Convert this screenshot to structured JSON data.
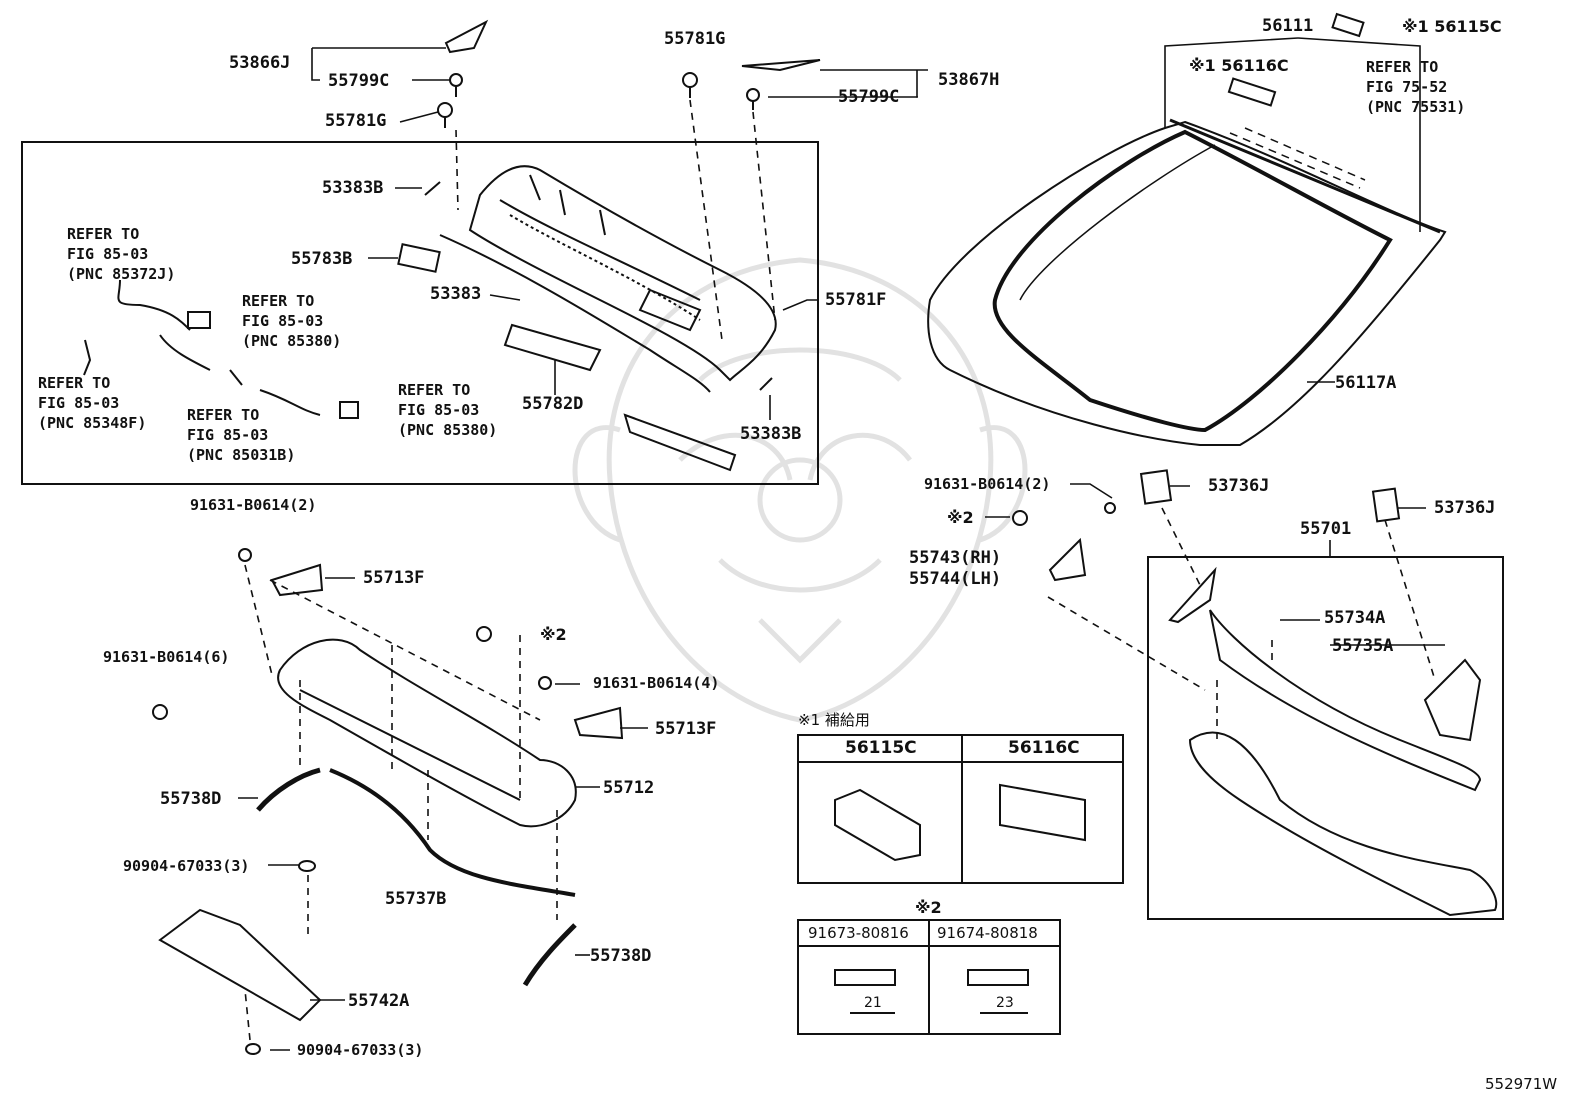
{
  "diagram_code": "552971W",
  "callouts": {
    "p53866J": "53866J",
    "p55799C_left": "55799C",
    "p55781G_left": "55781G",
    "p55781G_top": "55781G",
    "p55799C_right": "55799C",
    "p53867H": "53867H",
    "p53383B_top": "53383B",
    "p55783B": "55783B",
    "p53383": "53383",
    "p55781F": "55781F",
    "p55782D": "55782D",
    "p53383B_bottom": "53383B",
    "p56111": "56111",
    "p56115C_top": "※1 56115C",
    "p56116C_top": "※1 56116C",
    "p56117A": "56117A",
    "p91631_2_top": "91631-B0614(2)",
    "p55713F_top": "55713F",
    "p91631_6": "91631-B0614(6)",
    "p_mark2_bolt": "※2",
    "p91631_4": "91631-B0614(4)",
    "p55713F_right": "55713F",
    "p55712": "55712",
    "p55738D_left": "55738D",
    "p55737B": "55737B",
    "p55738D_bottom": "55738D",
    "p90904_top": "90904-67033(3)",
    "p55742A": "55742A",
    "p90904_bottom": "90904-67033(3)",
    "p91631_2_right": "91631-B0614(2)",
    "p_mark2_right": "※2",
    "p55743": "55743(RH)",
    "p55744": "55744(LH)",
    "p53736J_a": "53736J",
    "p53736J_b": "53736J",
    "p55701": "55701",
    "p55734A": "55734A",
    "p55735A": "55735A"
  },
  "references": {
    "ref_85372J": "REFER TO\nFIG 85-03\n(PNC 85372J)",
    "ref_85380_a": "REFER TO\nFIG 85-03\n(PNC 85380)",
    "ref_85348F": "REFER TO\nFIG 85-03\n(PNC 85348F)",
    "ref_85031B": "REFER TO\nFIG 85-03\n(PNC 85031B)",
    "ref_85380_b": "REFER TO\nFIG 85-03\n(PNC 85380)",
    "ref_75531": "REFER TO\nFIG 75-52\n(PNC 75531)"
  },
  "supply_table": {
    "note": "※1 補給用",
    "col1": "56115C",
    "col2": "56116C"
  },
  "bolt_table": {
    "mark": "※2",
    "col1": "91673-80816",
    "col2": "91674-80818",
    "dim1": "21",
    "dim2": "23"
  }
}
